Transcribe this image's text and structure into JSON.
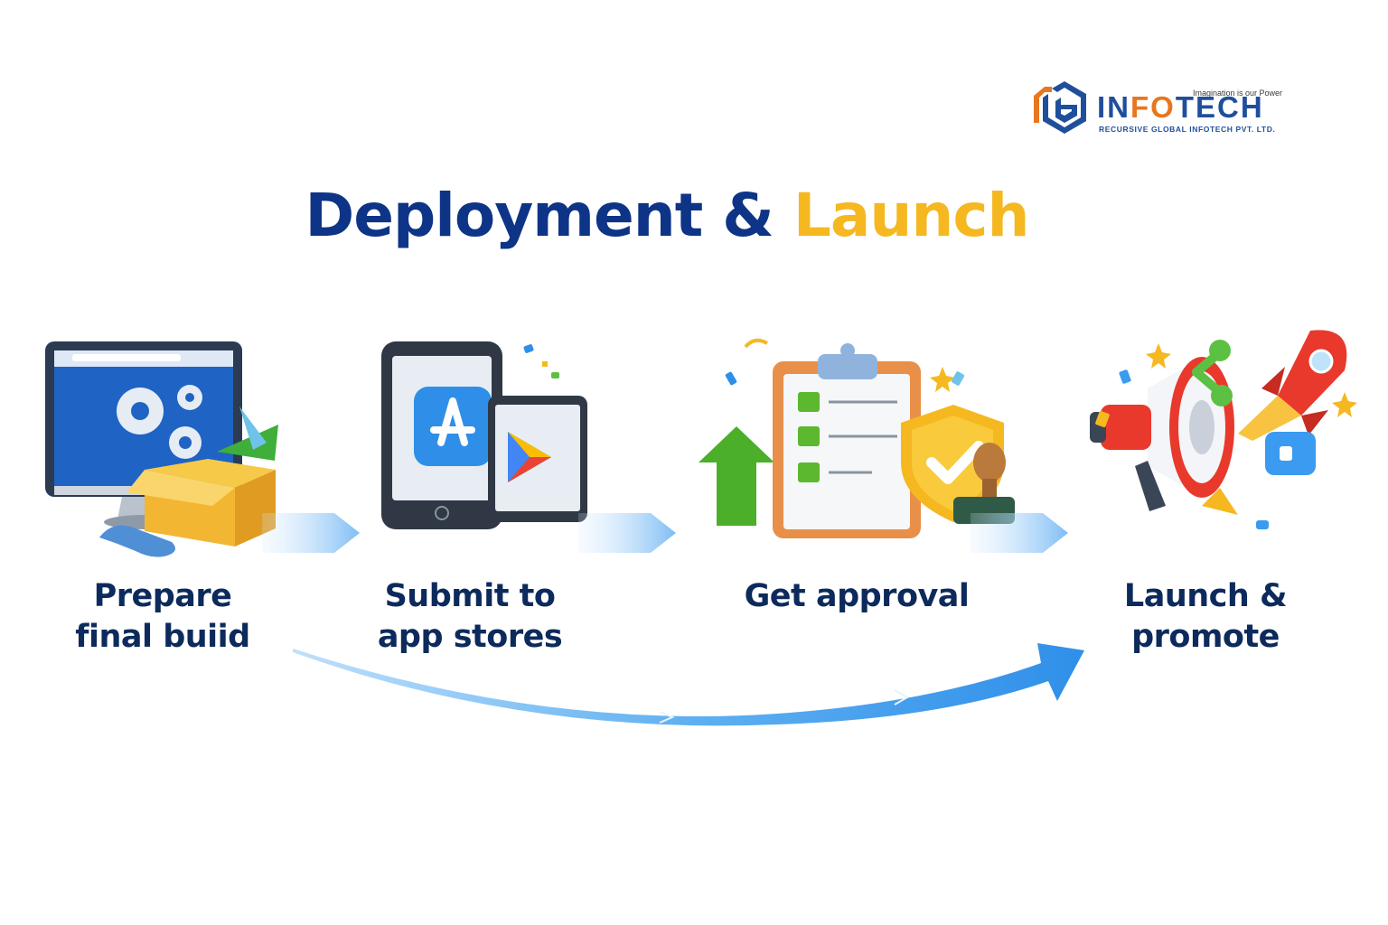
{
  "logo": {
    "tagline": "Imagination is our Power",
    "word_prefix": "IN",
    "word_accent": "FO",
    "word_suffix": "TECH",
    "company": "RECURSIVE GLOBAL INFOTECH PVT. LTD."
  },
  "title": {
    "part1": "Deployment &",
    "part2": "Launch"
  },
  "colors": {
    "title_primary": "#0d3486",
    "title_accent": "#f6b820",
    "label": "#0d2a5c",
    "arrow": "#3f9ef0"
  },
  "steps": [
    {
      "icon": "computer-build-icon",
      "line1": "Prepare",
      "line2": "final buiid"
    },
    {
      "icon": "app-store-phone-icon",
      "line1": "Submit to",
      "line2": "app stores"
    },
    {
      "icon": "approval-clipboard-icon",
      "line1": "Get approval",
      "line2": ""
    },
    {
      "icon": "megaphone-rocket-icon",
      "line1": "Launch &",
      "line2": "promote"
    }
  ]
}
